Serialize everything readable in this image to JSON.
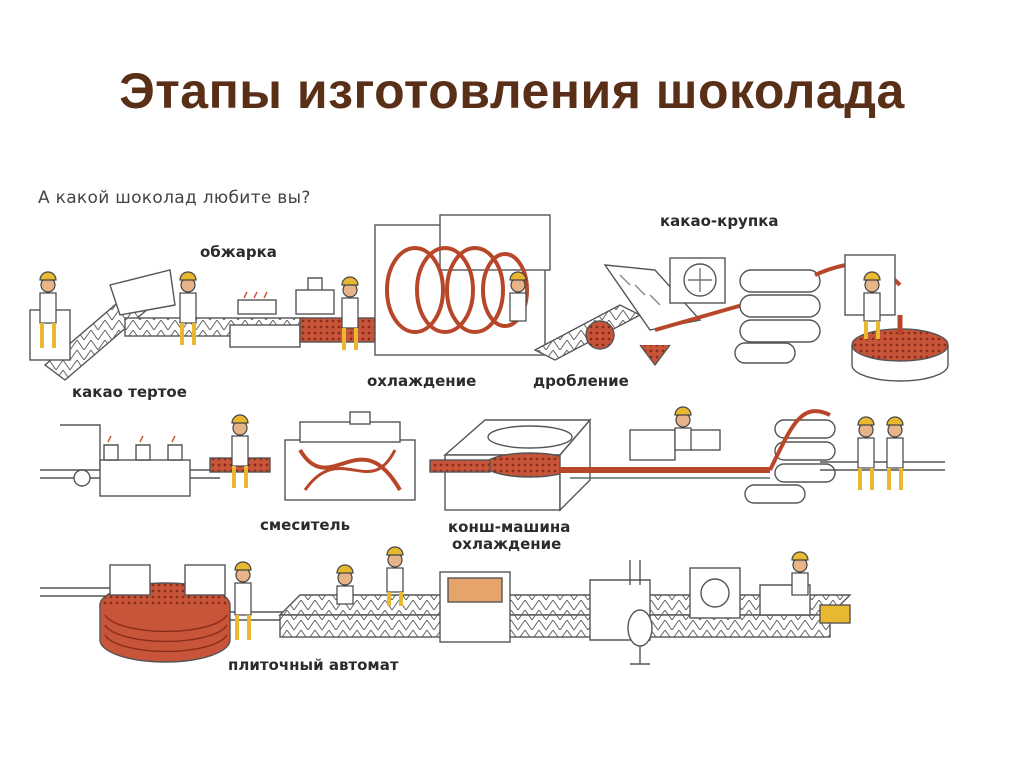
{
  "title": "Этапы изготовления  шоколада",
  "question": "А какой шоколад любите вы?",
  "labels": {
    "roasting": "обжарка",
    "cocoa_grits": "какао-крупка",
    "cocoa_mass": "какао тертое",
    "cooling": "охлаждение",
    "crushing": "дробление",
    "mixer": "смеситель",
    "conche_line1": "конш-машина",
    "conche_line2": "охлаждение",
    "tile_machine": "плиточный автомат"
  },
  "colors": {
    "title": "#5a2f17",
    "cocoa": "#b8472a",
    "line": "#555555",
    "worker_skin": "#e7b48a",
    "worker_helmet": "#e8b830"
  }
}
